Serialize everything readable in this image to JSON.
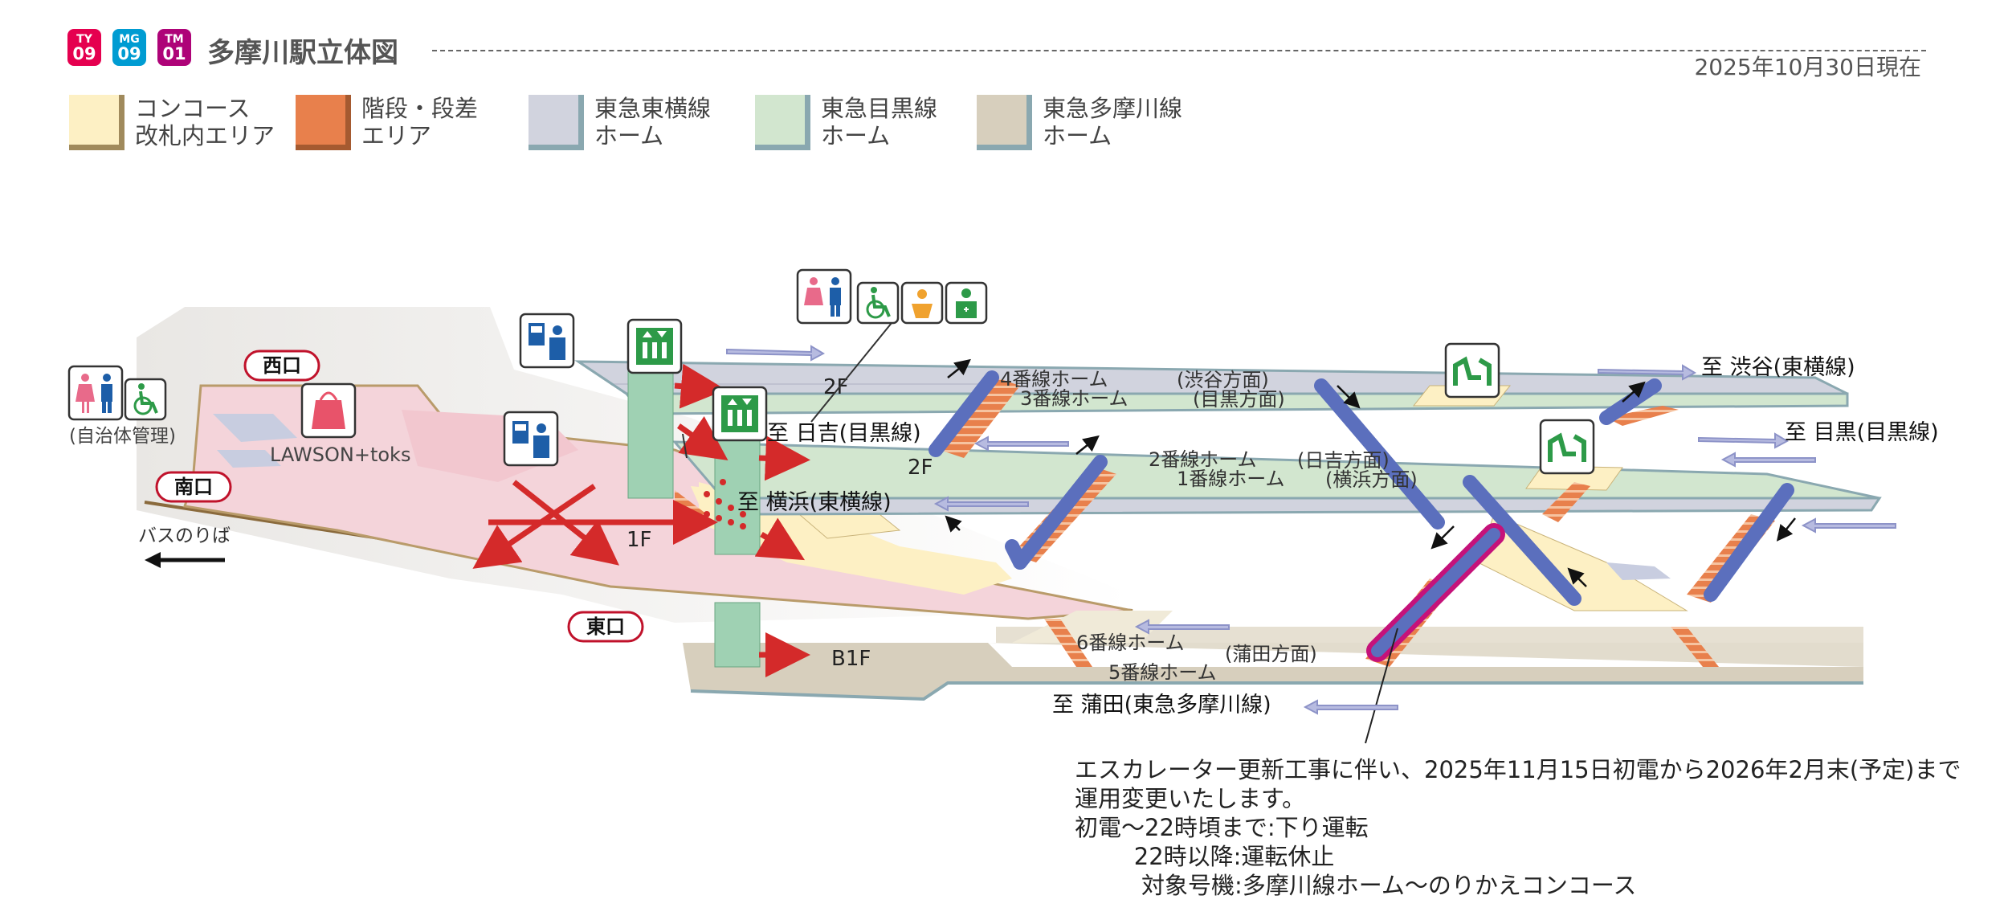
{
  "header": {
    "line_badges": [
      {
        "code": "TY",
        "number": "09",
        "color": "#e5004f"
      },
      {
        "code": "MG",
        "number": "09",
        "color": "#009cd2"
      },
      {
        "code": "TM",
        "number": "01",
        "color": "#ae0378"
      }
    ],
    "title": "多摩川駅立体図",
    "date": "2025年10月30日現在"
  },
  "legend": [
    {
      "label": "コンコース\n改札内エリア",
      "color": "#fdf0c4",
      "edge": "#a08a5c"
    },
    {
      "label": "階段・段差\nエリア",
      "color": "#e8804c",
      "edge": "#a55a30"
    },
    {
      "label": "東急東横線\nホーム",
      "color": "#d1d3de",
      "edge": "#8aa8b0"
    },
    {
      "label": "東急目黒線\nホーム",
      "color": "#d2e6cf",
      "edge": "#8aa8b0"
    },
    {
      "label": "東急多摩川線\nホーム",
      "color": "#d7cfbd",
      "edge": "#8aa8b0"
    }
  ],
  "diagram": {
    "exits": {
      "west": "西口",
      "south": "南口",
      "east": "東口"
    },
    "floors": {
      "upper_2f": "2F",
      "lower_2f": "2F",
      "ground": "1F",
      "basement": "B1F"
    },
    "platforms": {
      "p4": "4番線ホーム",
      "p3": "3番線ホーム",
      "p2": "2番線ホーム",
      "p1": "1番線ホーム",
      "p6": "6番線ホーム",
      "p5": "5番線ホーム"
    },
    "directions": {
      "shibuya_dir": "(渋谷方面)",
      "meguro_dir": "(目黒方面)",
      "hiyoshi_dir": "(日吉方面)",
      "yokohama_dir": "(横浜方面)",
      "kamata_dir": "(蒲田方面)"
    },
    "destinations": {
      "shibuya": "至 渋谷(東横線)",
      "meguro": "至 目黒(目黒線)",
      "hiyoshi": "至 日吉(目黒線)",
      "yokohama": "至 横浜(東横線)",
      "kamata": "至 蒲田(東急多摩川線)"
    },
    "facilities": {
      "municipal": "(自治体管理)",
      "shop": "LAWSON+toks",
      "bus": "バスのりば"
    },
    "colors": {
      "concourse": "#fdf0c4",
      "stairs": "#e8804c",
      "toyoko": "#d1d3de",
      "meguro": "#d2e6cf",
      "tamagawa": "#d7cfbd",
      "outside": "#f2c7cf",
      "escalator": "#5b6fbd",
      "elevator": "#9fd1b3",
      "arrow": "#d42a2a",
      "highlight": "#c5127a"
    },
    "icons": [
      "restroom-icon",
      "wheelchair-icon",
      "shopping-bag-icon",
      "ticket-machine-icon",
      "elevator-icon",
      "baby-care-icon",
      "multipurpose-room-icon",
      "transfer-seat-icon"
    ]
  },
  "notice": {
    "lines": [
      "エスカレーター更新工事に伴い、2025年11月15日初電から2026年2月末(予定)まで",
      "運用変更いたします。",
      "初電〜22時頃まで:下り運転",
      "        22時以降:運転休止",
      "         対象号機:多摩川線ホーム〜のりかえコンコース"
    ]
  }
}
